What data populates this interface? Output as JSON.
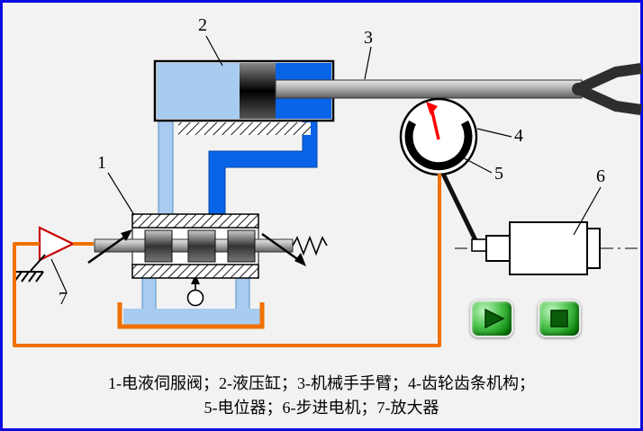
{
  "window": {
    "frame_color": "#0a0ae0",
    "background": "#f2f2f2"
  },
  "labels": {
    "servo_valve": "1",
    "cylinder": "2",
    "arm": "3",
    "gear_rack": "4",
    "potentiometer": "5",
    "stepper_motor": "6",
    "amplifier": "7"
  },
  "caption": {
    "line1": "1-电液伺服阀；2-液压缸；3-机械手手臂；4-齿轮齿条机构；",
    "line2": "5-电位器；6-步进电机；7-放大器"
  },
  "icons": {
    "play": "play-icon",
    "stop": "stop-icon"
  },
  "colors": {
    "hydraulic_blue": "#0a64e8",
    "fluid_light_blue": "#a8ccf0",
    "signal_orange": "#f07000",
    "needle_red": "#ff0000",
    "button_green": "#0c860c"
  }
}
